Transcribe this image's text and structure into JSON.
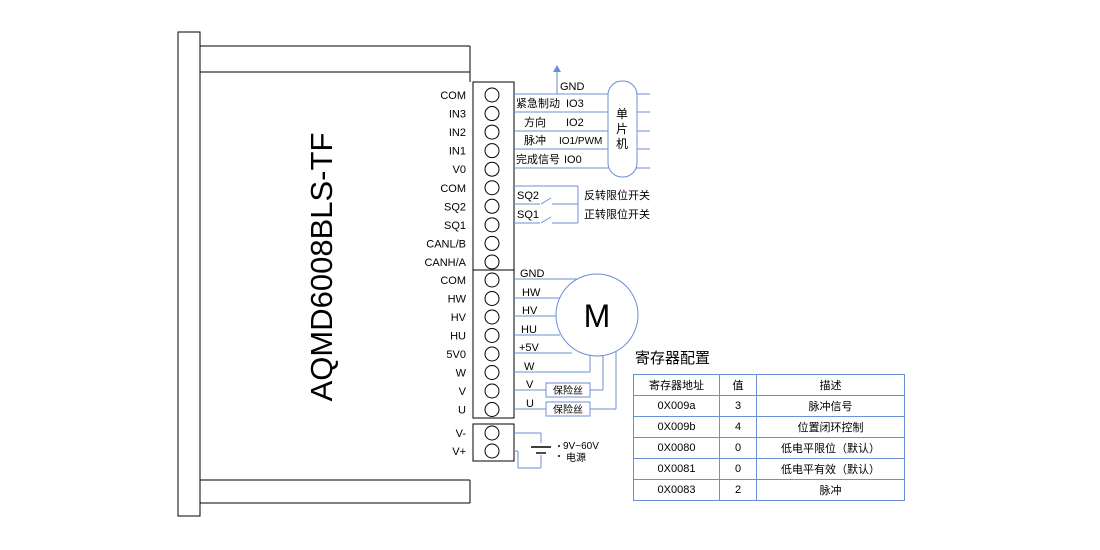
{
  "device": {
    "model": "AQMD6008BLS-TF"
  },
  "terminals": {
    "group1": [
      "COM",
      "IN3",
      "IN2",
      "IN1",
      "V0",
      "COM",
      "SQ2",
      "SQ1",
      "CANL/B",
      "CANH/A"
    ],
    "group2": [
      "COM",
      "HW",
      "HV",
      "HU",
      "5V0",
      "W",
      "V",
      "U"
    ],
    "group3": [
      "V-",
      "V+"
    ]
  },
  "io_wiring": {
    "gnd": "GND",
    "signals": [
      {
        "name": "紧急制动",
        "io": "IO3"
      },
      {
        "name": "方向",
        "io": "IO2"
      },
      {
        "name": "脉冲",
        "io": "IO1/PWM"
      },
      {
        "name": "完成信号",
        "io": "IO0"
      }
    ],
    "mcu_label": [
      "单",
      "片",
      "机"
    ]
  },
  "limit_switches": [
    {
      "label": "SQ2",
      "desc": "反转限位开关"
    },
    {
      "label": "SQ1",
      "desc": "正转限位开关"
    }
  ],
  "motor_wiring": {
    "lines": [
      "GND",
      "HW",
      "HV",
      "HU",
      "+5V",
      "W",
      "V",
      "U"
    ],
    "fuse_label": "保险丝",
    "motor_label": "M"
  },
  "power": {
    "range": "9V~60V",
    "label": "电源"
  },
  "register_table": {
    "title": "寄存器配置",
    "headers": [
      "寄存器地址",
      "值",
      "描述"
    ],
    "rows": [
      {
        "addr": "0X009a",
        "value": "3",
        "desc": "脉冲信号"
      },
      {
        "addr": "0X009b",
        "value": "4",
        "desc": "位置闭环控制"
      },
      {
        "addr": "0X0080",
        "value": "0",
        "desc": "低电平限位（默认）"
      },
      {
        "addr": "0X0081",
        "value": "0",
        "desc": "低电平有效（默认）"
      },
      {
        "addr": "0X0083",
        "value": "2",
        "desc": "脉冲"
      }
    ]
  },
  "colors": {
    "wire": "#6d8fd6",
    "line": "#000000",
    "table_border": "#6d8fd6"
  }
}
